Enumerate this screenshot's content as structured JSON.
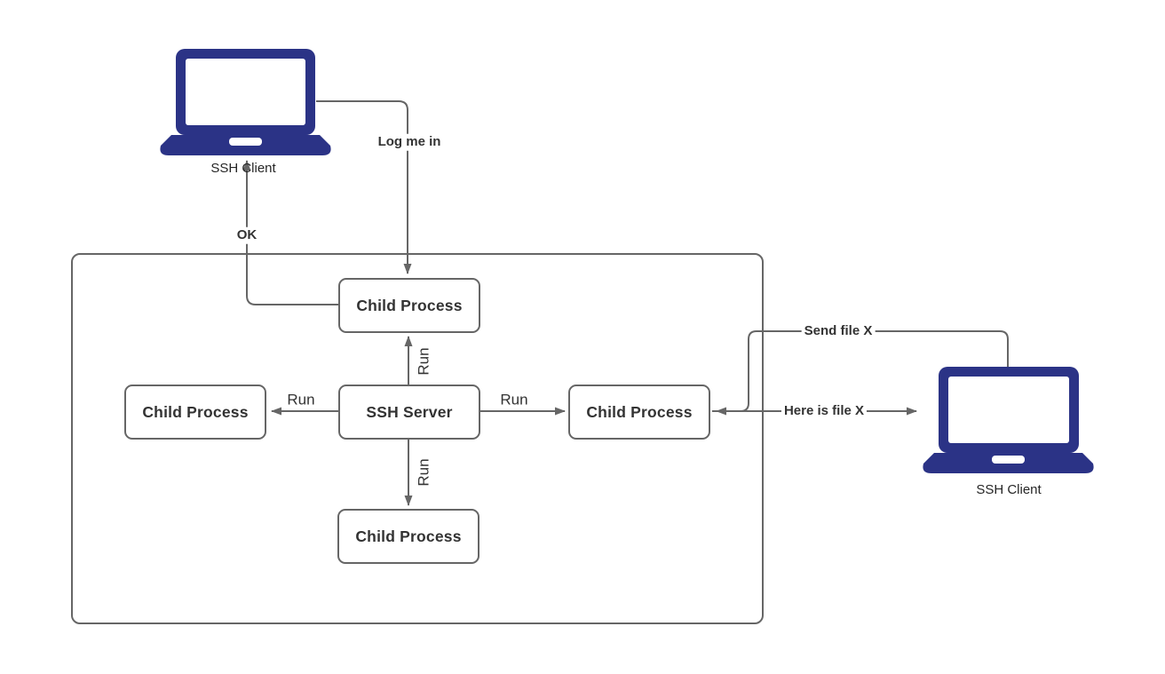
{
  "diagram": {
    "clients": {
      "left": {
        "label": "SSH Client"
      },
      "right": {
        "label": "SSH Client"
      }
    },
    "nodes": {
      "server": {
        "label": "SSH Server"
      },
      "child_top": {
        "label": "Child Process"
      },
      "child_left": {
        "label": "Child Process"
      },
      "child_right": {
        "label": "Child Process"
      },
      "child_bottom": {
        "label": "Child Process"
      }
    },
    "messages": {
      "log_me_in": {
        "label": "Log me in"
      },
      "ok": {
        "label": "OK"
      },
      "run_up": {
        "label": "Run"
      },
      "run_down": {
        "label": "Run"
      },
      "run_left": {
        "label": "Run"
      },
      "run_right": {
        "label": "Run"
      },
      "send_file": {
        "label": "Send file X"
      },
      "here_is_file": {
        "label": "Here is file X"
      }
    },
    "colors": {
      "laptop_fill": "#2b3386",
      "line_stroke": "#666666",
      "node_border": "#666666",
      "text": "#333333",
      "background": "#ffffff"
    }
  }
}
